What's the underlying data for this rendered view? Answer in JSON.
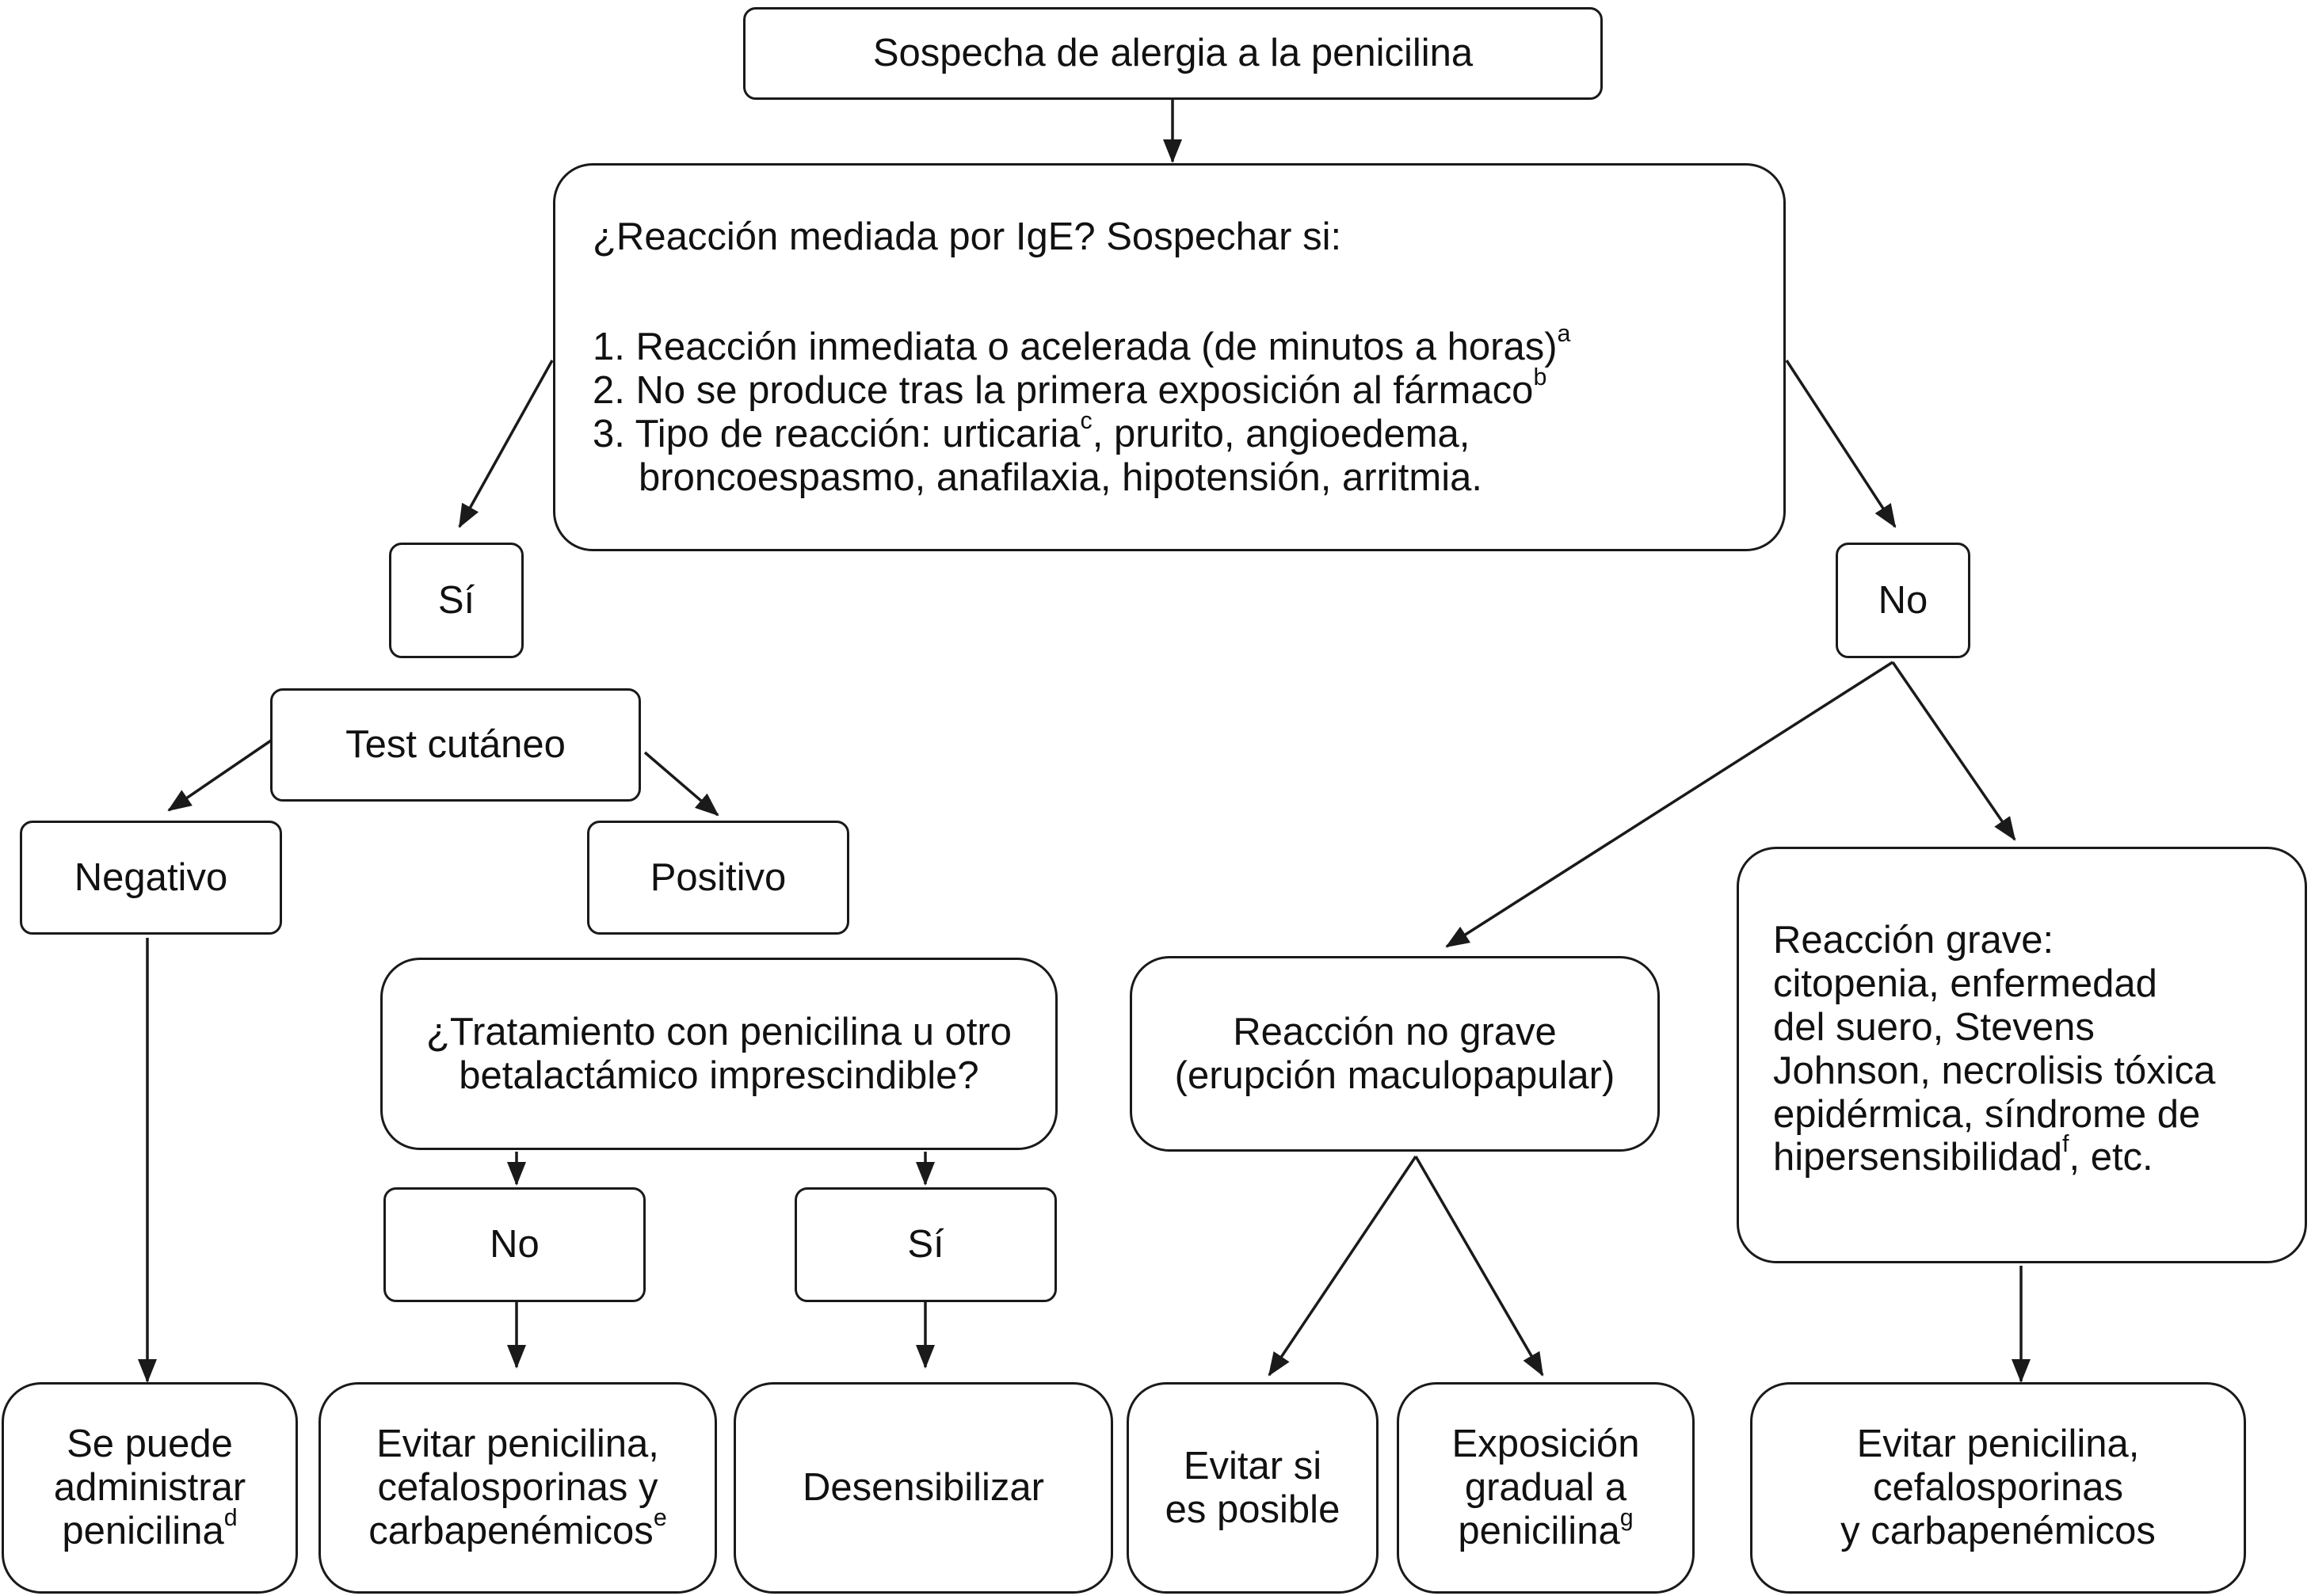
{
  "root": {
    "text": "Sospecha de alergia a la penicilina"
  },
  "question": {
    "title": "¿Reacción mediada por IgE? Sospechar si:",
    "item1": "1. Reacción inmediata o acelerada (de minutos a horas)",
    "item1_sup": "a",
    "item2": "2. No se produce tras la primera exposición al fármaco",
    "item2_sup": "b",
    "item3a": "3. Tipo de reacción: urticaria",
    "item3a_sup": "c",
    "item3b": ", prurito, angioedema,",
    "item3c": "broncoespasmo, anafilaxia, hipotensión, arritmia."
  },
  "left": {
    "yes": "Sí",
    "skin_test": "Test cutáneo",
    "negative": "Negativo",
    "positive": "Positivo",
    "need_q_line1": "¿Tratamiento con penicilina u otro",
    "need_q_line2": "betalactámico imprescindible?",
    "no": "No",
    "yes2": "Sí",
    "can_give_l1": "Se puede",
    "can_give_l2": "administrar",
    "can_give_l3": "penicilina",
    "can_give_sup": "d",
    "avoid_l1": "Evitar penicilina,",
    "avoid_l2": "cefalosporinas y",
    "avoid_l3": "carbapenémicos",
    "avoid_sup": "e",
    "desens": "Desensibilizar"
  },
  "right": {
    "no": "No",
    "mild_l1": "Reacción no grave",
    "mild_l2": "(erupción maculopapular)",
    "severe_l1": "Reacción grave:",
    "severe_l2": "citopenia, enfermedad",
    "severe_l3": "del suero, Stevens",
    "severe_l4": "Johnson, necrolisis tóxica",
    "severe_l5": "epidérmica, síndrome de",
    "severe_l6": "hipersensibilidad",
    "severe_sup": "f",
    "severe_l6b": ", etc.",
    "avoid_poss_l1": "Evitar si",
    "avoid_poss_l2": "es posible",
    "gradual_l1": "Exposición",
    "gradual_l2": "gradual a",
    "gradual_l3": "penicilina",
    "gradual_sup": "g",
    "avoid2_l1": "Evitar penicilina,",
    "avoid2_l2": "cefalosporinas",
    "avoid2_l3": "y carbapenémicos"
  }
}
